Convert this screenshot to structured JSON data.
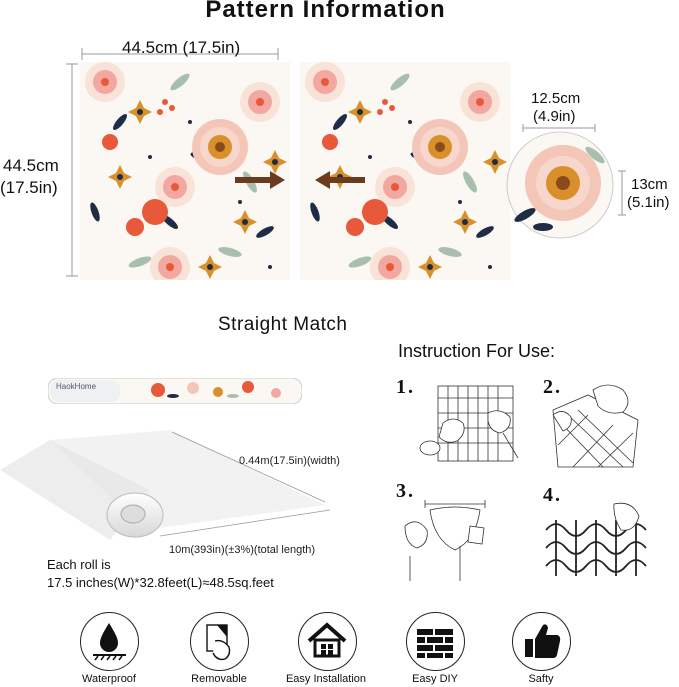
{
  "page": {
    "title": "Pattern Information",
    "subtitle": "Straight Match",
    "instruction_title": "Instruction For Use:"
  },
  "pattern": {
    "width_label": "44.5cm (17.5in)",
    "height_label_line1": "44.5cm",
    "height_label_line2": "(17.5in)",
    "motif_width_line1": "12.5cm",
    "motif_width_line2": "(4.9in)",
    "motif_height_line1": "13cm",
    "motif_height_line2": "(5.1in)",
    "colors": {
      "peach": "#f4c6b8",
      "coral": "#e8593a",
      "mustard": "#d9902a",
      "navy": "#1e2d45",
      "sage": "#a9bfae",
      "pink": "#f2a7a0",
      "arrow": "#6b3a1f"
    }
  },
  "roll": {
    "brand": "HaokHome",
    "width_label": "0.44m(17.5in)(width)",
    "length_label": "10m(393in)(±3%)(total length)",
    "desc_line1": "Each roll is",
    "desc_line2": "17.5 inches(W)*32.8feet(L)≈48.5sq.feet"
  },
  "steps": [
    {
      "num": "1."
    },
    {
      "num": "2."
    },
    {
      "num": "3."
    },
    {
      "num": "4."
    }
  ],
  "features": [
    {
      "label": "Waterproof",
      "icon": "water-drop-icon"
    },
    {
      "label": "Removable",
      "icon": "peel-off-icon"
    },
    {
      "label": "Easy Installation",
      "icon": "house-icon"
    },
    {
      "label": "Easy DIY",
      "icon": "brick-wall-icon"
    },
    {
      "label": "Safty",
      "icon": "thumbs-up-icon"
    }
  ]
}
